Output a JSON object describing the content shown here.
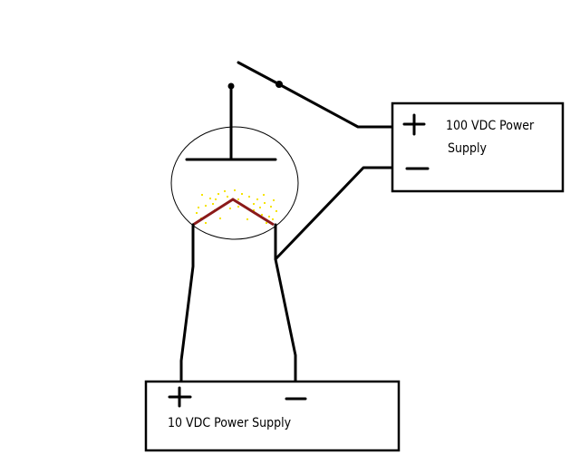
{
  "colors": {
    "wire": "#000000",
    "filament": "#8b1a1a",
    "emission_dots": "#f5e400",
    "background": "#ffffff"
  },
  "upper_supply": {
    "label_line1": "100 VDC Power",
    "label_line2": "Supply"
  },
  "lower_supply": {
    "label": "10 VDC Power Supply"
  }
}
